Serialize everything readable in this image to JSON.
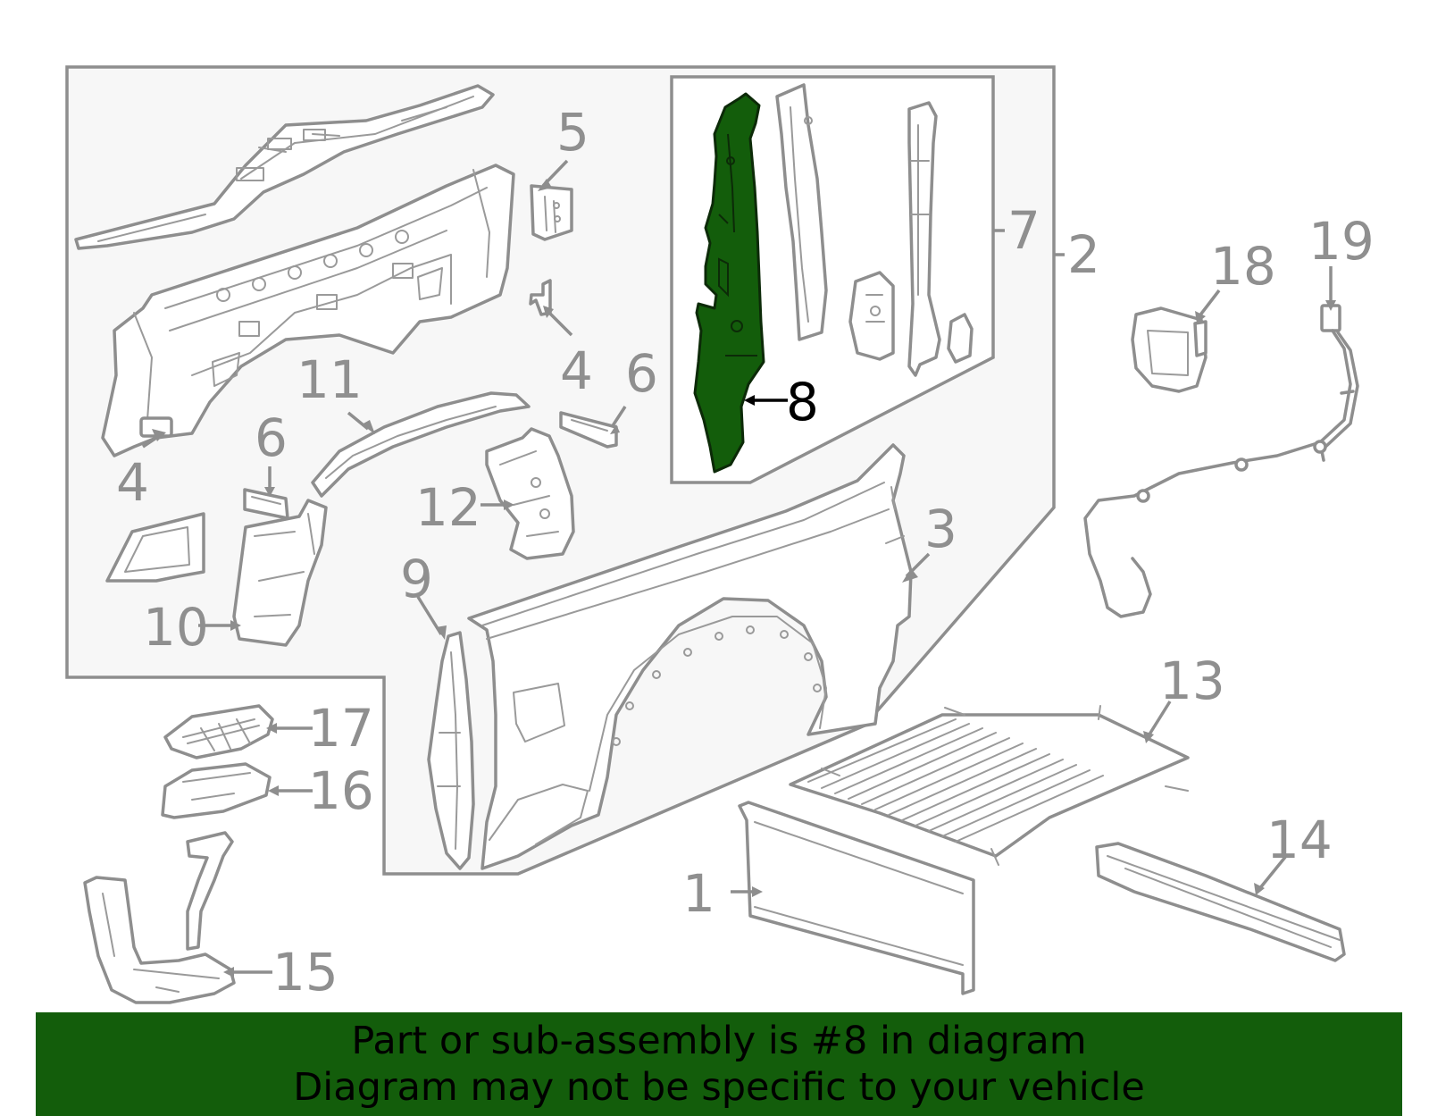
{
  "colors": {
    "highlight": "#135d0b",
    "banner": "#135d0b",
    "line": "#8e8e8e",
    "group_panel": "#f7f7f7"
  },
  "callouts": [
    {
      "id": "c1",
      "text": "1"
    },
    {
      "id": "c2",
      "text": "2"
    },
    {
      "id": "c3",
      "text": "3"
    },
    {
      "id": "c4a",
      "text": "4"
    },
    {
      "id": "c4b",
      "text": "4"
    },
    {
      "id": "c5",
      "text": "5"
    },
    {
      "id": "c6a",
      "text": "6"
    },
    {
      "id": "c6b",
      "text": "6"
    },
    {
      "id": "c7",
      "text": "7"
    },
    {
      "id": "c8",
      "text": "8",
      "highlighted": true
    },
    {
      "id": "c9",
      "text": "9"
    },
    {
      "id": "c10",
      "text": "10"
    },
    {
      "id": "c11",
      "text": "11"
    },
    {
      "id": "c12",
      "text": "12"
    },
    {
      "id": "c13",
      "text": "13"
    },
    {
      "id": "c14",
      "text": "14"
    },
    {
      "id": "c15",
      "text": "15"
    },
    {
      "id": "c16",
      "text": "16"
    },
    {
      "id": "c17",
      "text": "17"
    },
    {
      "id": "c18",
      "text": "18"
    },
    {
      "id": "c19",
      "text": "19"
    }
  ],
  "banner": {
    "line1": "Part or sub-assembly is #8 in diagram",
    "line2": "Diagram may not be specific to your vehicle"
  }
}
